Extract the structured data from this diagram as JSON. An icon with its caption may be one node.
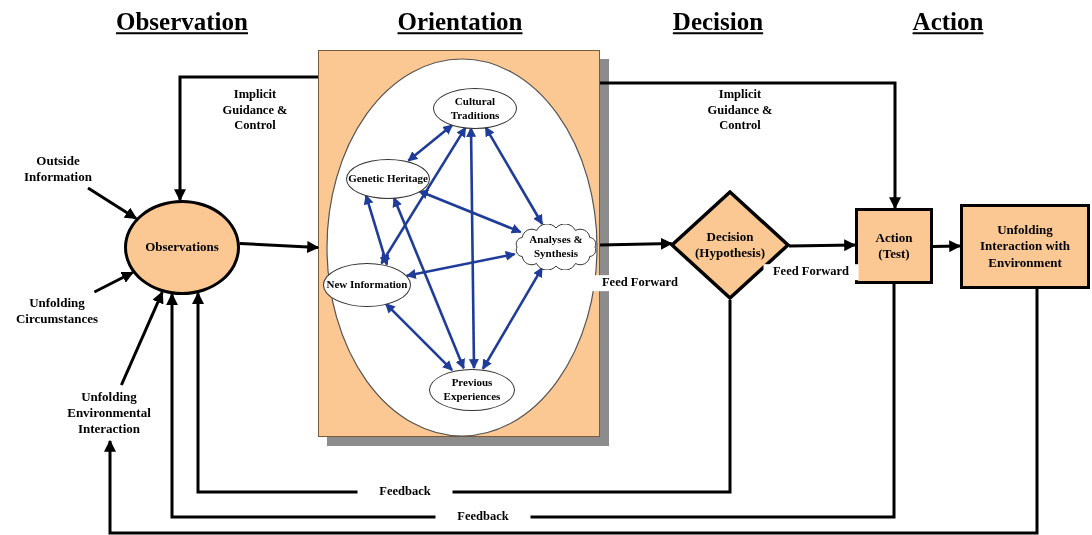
{
  "diagram": {
    "nodes": [
      {
        "text": [
          "Outside Information"
        ]
      },
      {
        "text": [
          "Unfolding Circumstances"
        ]
      },
      {
        "text": [
          "Unfolding Environmental Interaction"
        ]
      },
      {
        "text": [
          "Observations"
        ]
      },
      {
        "text": [],
        "shape": "box"
      },
      {
        "text": [
          "Cultural Traditions"
        ],
        "in": 4
      },
      {
        "text": [
          "Genetic Heritage"
        ],
        "in": 4
      },
      {
        "text": [
          "Analyses & Synthesis"
        ],
        "in": 4
      },
      {
        "text": [
          "New Information"
        ],
        "in": 4
      },
      {
        "text": [
          "Previous Experiences"
        ],
        "in": 4
      },
      {
        "text": [
          "Decision (Hypothesis)"
        ]
      },
      {
        "text": [
          "Action (Test)"
        ]
      },
      {
        "text": [
          "Unfolding Interaction with Environment"
        ]
      }
    ],
    "edges": [
      {
        "from": 0,
        "to": 3,
        "arrow": "to"
      },
      {
        "from": 1,
        "to": 3,
        "arrow": "to"
      },
      {
        "from": 2,
        "to": 3,
        "arrow": "to"
      },
      {
        "from": 3,
        "to": 4,
        "arrow": "to"
      },
      {
        "from": 4,
        "to": 3,
        "arrow": "to",
        "label": "Implicit Guidance & Control"
      },
      {
        "from": 4,
        "to": 10,
        "arrow": "to",
        "label": "Feed Forward"
      },
      {
        "from": 4,
        "to": 11,
        "arrow": "to",
        "label": "Implicit Guidance & Control"
      },
      {
        "from": 10,
        "to": 11,
        "arrow": "to",
        "label": "Feed Forward"
      },
      {
        "from": 11,
        "to": 12,
        "arrow": "to"
      },
      {
        "from": 10,
        "to": 3,
        "arrow": "to",
        "label": "Feedback"
      },
      {
        "from": 11,
        "to": 3,
        "arrow": "to",
        "label": "Feedback"
      },
      {
        "from": 12,
        "to": 2,
        "arrow": "to"
      },
      {
        "from": 6,
        "to": 5,
        "arrow": "both",
        "color": "#1f3c98"
      },
      {
        "from": 6,
        "to": 8,
        "arrow": "both",
        "color": "#1f3c98"
      },
      {
        "from": 6,
        "to": 7,
        "arrow": "both",
        "color": "#1f3c98"
      },
      {
        "from": 6,
        "to": 9,
        "arrow": "both",
        "color": "#1f3c98"
      },
      {
        "from": 8,
        "to": 5,
        "arrow": "both",
        "color": "#1f3c98"
      },
      {
        "from": 8,
        "to": 7,
        "arrow": "both",
        "color": "#1f3c98"
      },
      {
        "from": 8,
        "to": 9,
        "arrow": "both",
        "color": "#1f3c98"
      },
      {
        "from": 5,
        "to": 9,
        "arrow": "both",
        "color": "#1f3c98"
      },
      {
        "from": 5,
        "to": 7,
        "arrow": "both",
        "color": "#1f3c98"
      },
      {
        "from": 7,
        "to": 9,
        "arrow": "both",
        "color": "#1f3c98"
      }
    ],
    "labels": [
      "Observation",
      "Orientation",
      "Decision",
      "Action"
    ]
  }
}
